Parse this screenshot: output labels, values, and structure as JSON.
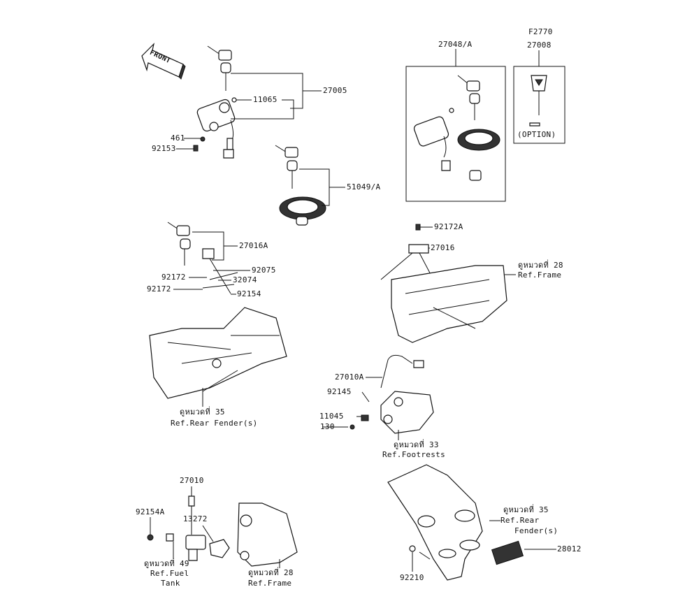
{
  "front_label": "FRONT",
  "parts": {
    "p27005": "27005",
    "p11065": "11065",
    "p461": "461",
    "p92153": "92153",
    "p51049a": "51049/A",
    "p27048a": "27048/A",
    "f2770": "F2770",
    "p27008": "27008",
    "option": "(OPTION)",
    "p27016a": "27016A",
    "p92075": "92075",
    "p32074": "32074",
    "p92172_1": "92172",
    "p92172_2": "92172",
    "p92154": "92154",
    "p92172a": "92172A",
    "p27016": "27016",
    "p27010a": "27010A",
    "p92145": "92145",
    "p11045": "11045",
    "p130": "130",
    "p27010": "27010",
    "p92154a": "92154A",
    "p13272": "13272",
    "p28012": "28012",
    "p92210": "92210"
  },
  "refs": {
    "rear_fender_1": {
      "thai": "ดูหมวดที่ 35",
      "line1": "Ref.Rear Fender(s)"
    },
    "frame_1": {
      "thai": "ดูหมวดที่ 28",
      "line1": "Ref.Frame"
    },
    "footrests": {
      "thai": "ดูหมวดที่ 33",
      "line1": "Ref.Footrests"
    },
    "fuel_tank": {
      "thai": "ดูหมวดที่ 49",
      "line1": "Ref.Fuel",
      "line2": "Tank"
    },
    "frame_2": {
      "thai": "ดูหมวดที่ 28",
      "line1": "Ref.Frame"
    },
    "rear_fender_2": {
      "thai": "ดูหมวดที่ 35",
      "line1": "Ref.Rear",
      "line2": "Fender(s)"
    }
  }
}
